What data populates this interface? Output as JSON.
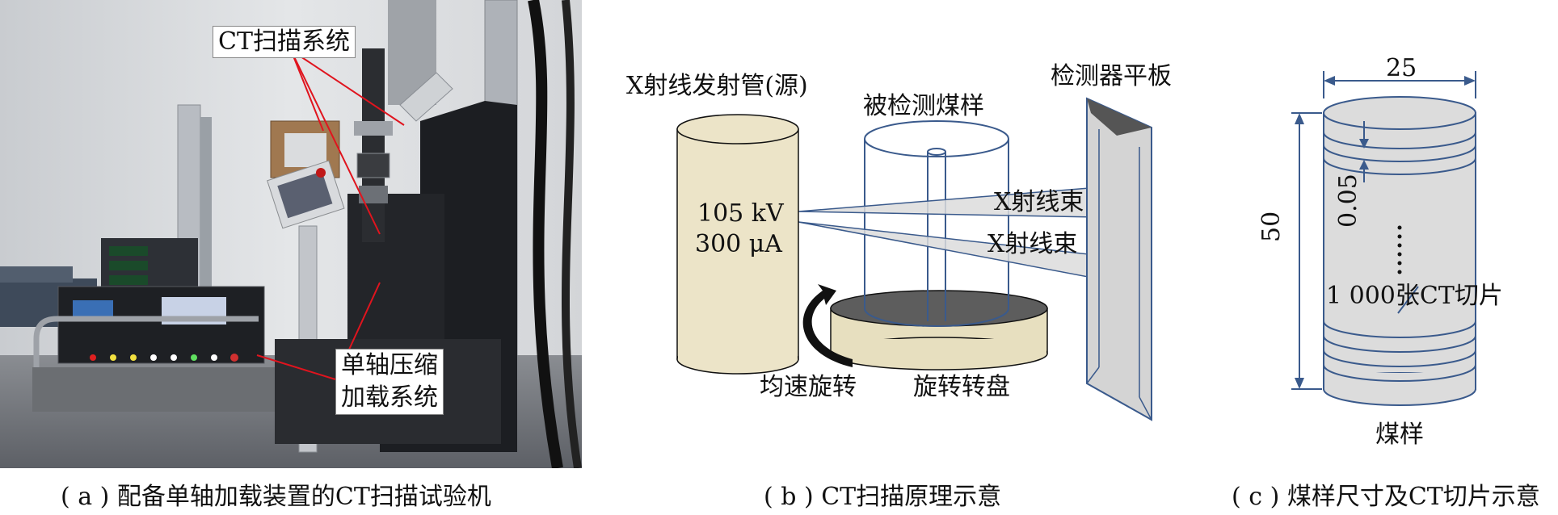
{
  "panel_a": {
    "callout_ct": "CT扫描系统",
    "callout_load_line1": "单轴压缩",
    "callout_load_line2": "加载系统",
    "caption": "( a ) 配备单轴加载装置的CT扫描试验机"
  },
  "panel_b": {
    "source_label": "X射线发射管(源)",
    "sample_label": "被检测煤样",
    "detector_label": "检测器平板",
    "voltage": "105 kV",
    "current": "300 μA",
    "beam_label_1": "X射线束",
    "beam_label_2": "X射线束",
    "rotation_label": "均速旋转",
    "turntable_label": "旋转转盘",
    "caption": "( b ) CT扫描原理示意"
  },
  "panel_c": {
    "width_dim": "25",
    "height_dim": "50",
    "slice_dim": "0.05",
    "slices_label": "1 000张CT切片",
    "sample_name": "煤样",
    "caption": "( c ) 煤样尺寸及CT切片示意"
  },
  "colors": {
    "source_fill": "#ece4c8",
    "turntable_fill": "#e7dfbf",
    "outline_blue": "#3a5a8c",
    "beam_fill": "#dcdcdc",
    "detector_fill": "#d4d4d4",
    "callout_line": "#e0141e"
  }
}
